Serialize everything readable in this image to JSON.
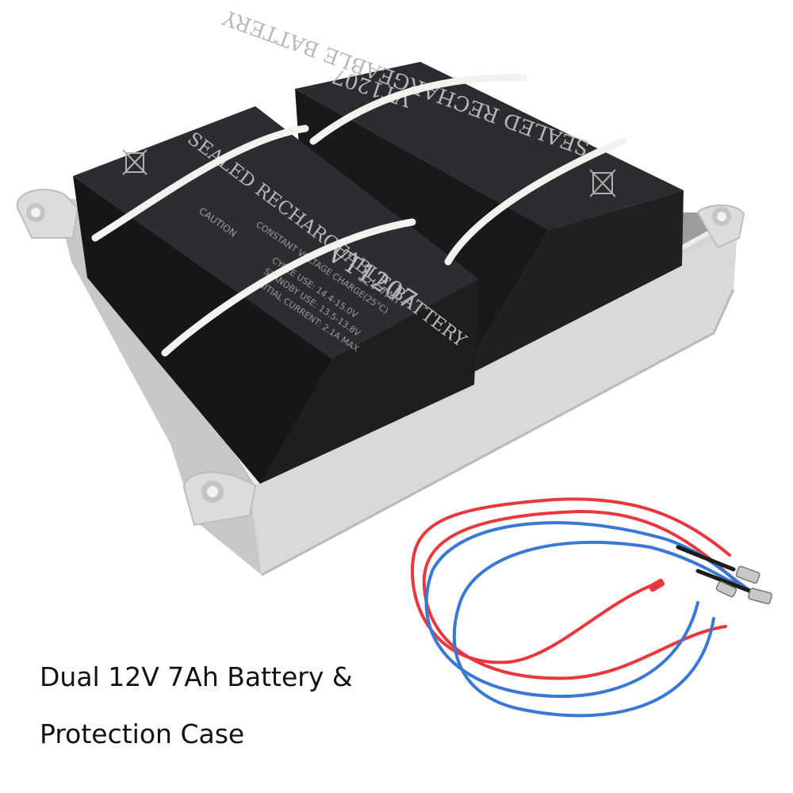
{
  "caption": {
    "line1": "Dual 12V 7Ah Battery &",
    "line2": "Protection Case"
  },
  "battery_left": {
    "model": "VT1207",
    "heading": "SEALED RECHARGEABLE BATTERY",
    "rating": "12V 7Ah",
    "caution": "CAUTION",
    "charge_title": "CONSTANT VOLTAGE CHARGE(25°C)",
    "cycle_use": "CYCLE USE: 14.4-15.0V",
    "standby_use": "STANDBY USE: 13.5-13.8V",
    "initial_current": "INITIAL CURRENT: 2.1A MAX"
  },
  "battery_right": {
    "model": "VT1207",
    "heading": "SEALED RECHARGEABLE BATTERY"
  },
  "colors": {
    "case": "#d9d9d7",
    "case_shadow": "#b9b9b7",
    "battery": "#232426",
    "battery_top": "#2c2d30",
    "strap": "#f2f2ef",
    "wire_red": "#e8383d",
    "wire_blue": "#3a78d6",
    "wire_black": "#1c1c1c"
  }
}
